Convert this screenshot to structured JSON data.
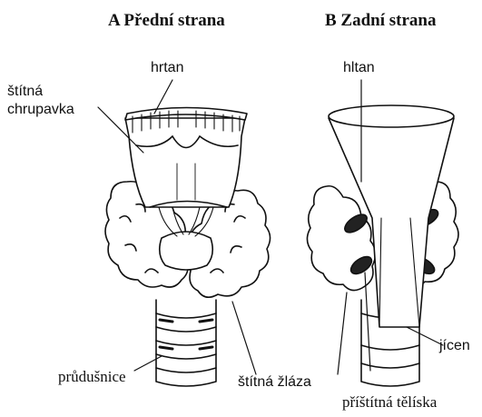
{
  "panels": {
    "front": {
      "title": "A Přední strana"
    },
    "back": {
      "title": "B Zadní strana"
    }
  },
  "labels": {
    "hrtan": "hrtan",
    "stitna_chrupavka_line1": "štítná",
    "stitna_chrupavka_line2": "chrupavka",
    "prudusnice": "průdušnice",
    "stitna_zlaza": "štítná žláza",
    "hltan": "hltan",
    "jicen": "jícen",
    "pristitna_teliska": "příštítná tělíska"
  },
  "colors": {
    "ink": "#111111",
    "paper": "#ffffff"
  }
}
